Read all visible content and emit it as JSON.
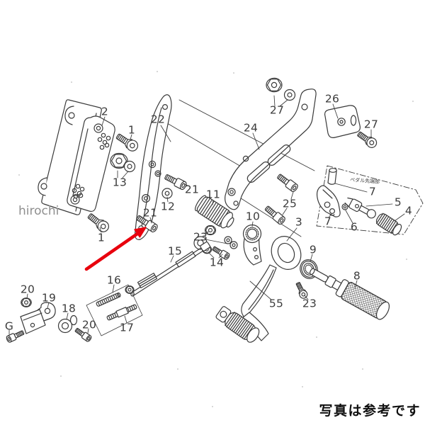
{
  "watermark": {
    "text": "hirochi"
  },
  "caption": {
    "text": "写真は参考です"
  },
  "inset": {
    "note": "ペダル先端部"
  },
  "colors": {
    "line": "#3a3a3a",
    "arrow_red": "#e8000d",
    "watermark_gray": "#8f8f8f",
    "background": "#ffffff"
  },
  "part_labels": [
    {
      "text": "2"
    },
    {
      "text": "1"
    },
    {
      "text": "22"
    },
    {
      "text": "13"
    },
    {
      "text": "12"
    },
    {
      "text": "21"
    },
    {
      "text": "21"
    },
    {
      "text": "1"
    },
    {
      "text": "11"
    },
    {
      "text": "24"
    },
    {
      "text": "27"
    },
    {
      "text": "26"
    },
    {
      "text": "27"
    },
    {
      "text": "25"
    },
    {
      "text": "10"
    },
    {
      "text": "3"
    },
    {
      "text": "7"
    },
    {
      "text": "5"
    },
    {
      "text": "4"
    },
    {
      "text": "7"
    },
    {
      "text": "6"
    },
    {
      "text": "9"
    },
    {
      "text": "23"
    },
    {
      "text": "14"
    },
    {
      "text": "15"
    },
    {
      "text": "16"
    },
    {
      "text": "17"
    },
    {
      "text": "20"
    },
    {
      "text": "19"
    },
    {
      "text": "18"
    },
    {
      "text": "20"
    },
    {
      "text": "G"
    },
    {
      "text": "55"
    },
    {
      "text": "23"
    },
    {
      "text": "8"
    }
  ]
}
